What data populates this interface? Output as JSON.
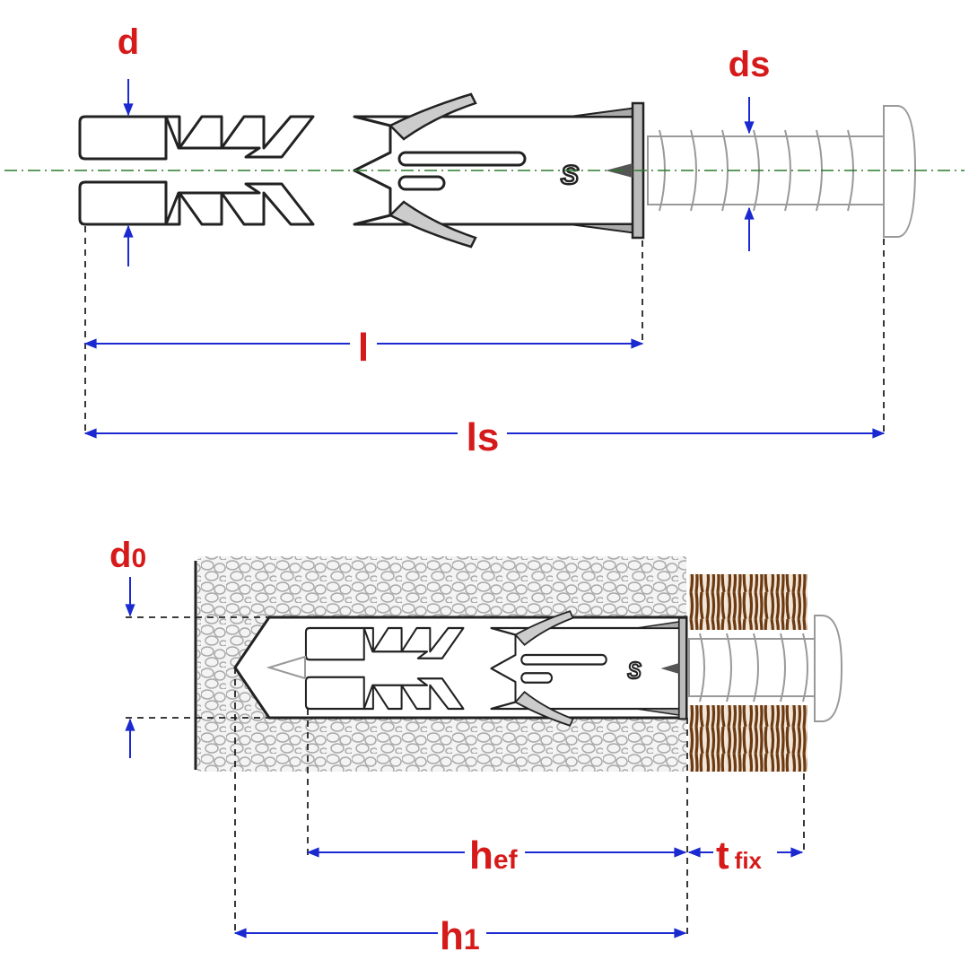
{
  "title": "Plastic wall plug with screw dimension diagram",
  "colors": {
    "label": "#d61a1a",
    "dimension_line": "#1a2ad0",
    "centerline": "#2a7a2a",
    "wood": "#6b3a12",
    "masonry": "#bbbbbb"
  },
  "dowel_mark": "S",
  "labels": {
    "d": "d",
    "ds": "ds",
    "l": "l",
    "ls": "ls",
    "d0_main": "d",
    "d0_sub": "0",
    "hef_main": "h",
    "hef_sub": "ef",
    "tfix_main": "t",
    "tfix_sub": "fix",
    "h1_main": "h",
    "h1_sub": "1"
  }
}
